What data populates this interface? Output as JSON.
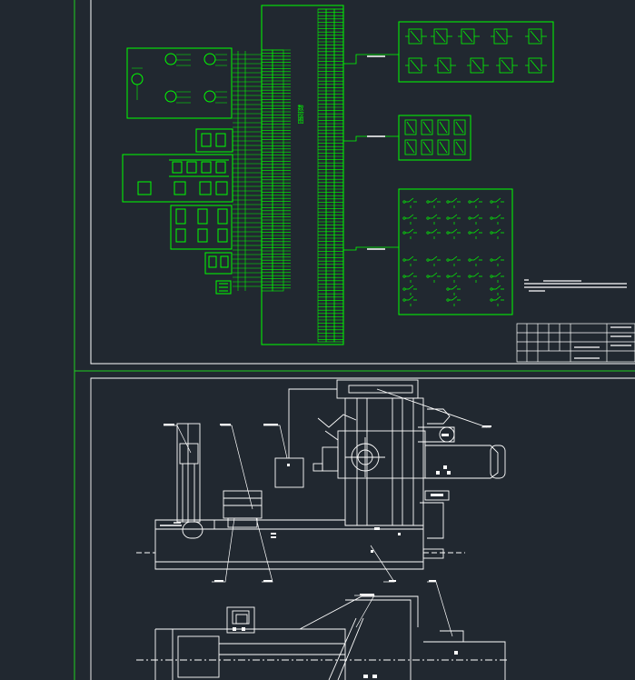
{
  "colors": {
    "background": "#212830",
    "frame": "#00ff00",
    "wiring": "#00ff00",
    "sheet_border": "#ffffff",
    "drawing": "#ffffff",
    "cyan": "#00ffff",
    "leader_text": "#ffffff"
  },
  "drawings": [
    {
      "id": "electrical-schematic",
      "kind": "wiring-diagram"
    },
    {
      "id": "machine-assembly",
      "kind": "mechanical-elevation"
    }
  ],
  "schematic": {
    "main_cabinet_label": "数控图",
    "icons": [
      "motor-icon",
      "relay-icon",
      "switch-icon",
      "contact-icon"
    ]
  }
}
